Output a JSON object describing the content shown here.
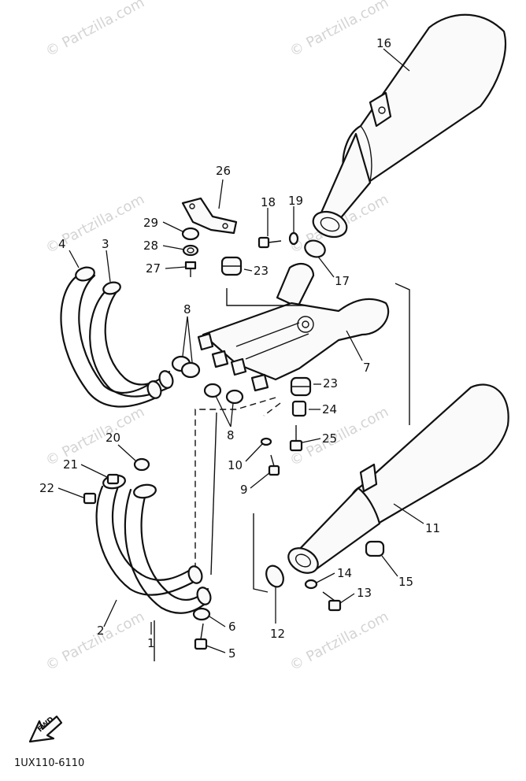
{
  "watermark": {
    "text": "© Partzilla.com",
    "color": "#d4d4d4"
  },
  "diagram_code": "1UX110-6110",
  "fwd_label": "FWD",
  "callouts": {
    "c1": "16",
    "c2": "26",
    "c3": "18",
    "c4": "19",
    "c5": "29",
    "c6": "28",
    "c7": "27",
    "c8": "23",
    "c9": "17",
    "c10": "4",
    "c11": "3",
    "c12": "8",
    "c13": "7",
    "c14": "23",
    "c15": "24",
    "c16": "25",
    "c17": "8",
    "c18": "10",
    "c19": "9",
    "c20": "20",
    "c21": "21",
    "c22": "22",
    "c23": "11",
    "c24": "14",
    "c25": "15",
    "c26": "13",
    "c27": "12",
    "c28": "2",
    "c29": "1",
    "c30": "6",
    "c31": "5"
  }
}
